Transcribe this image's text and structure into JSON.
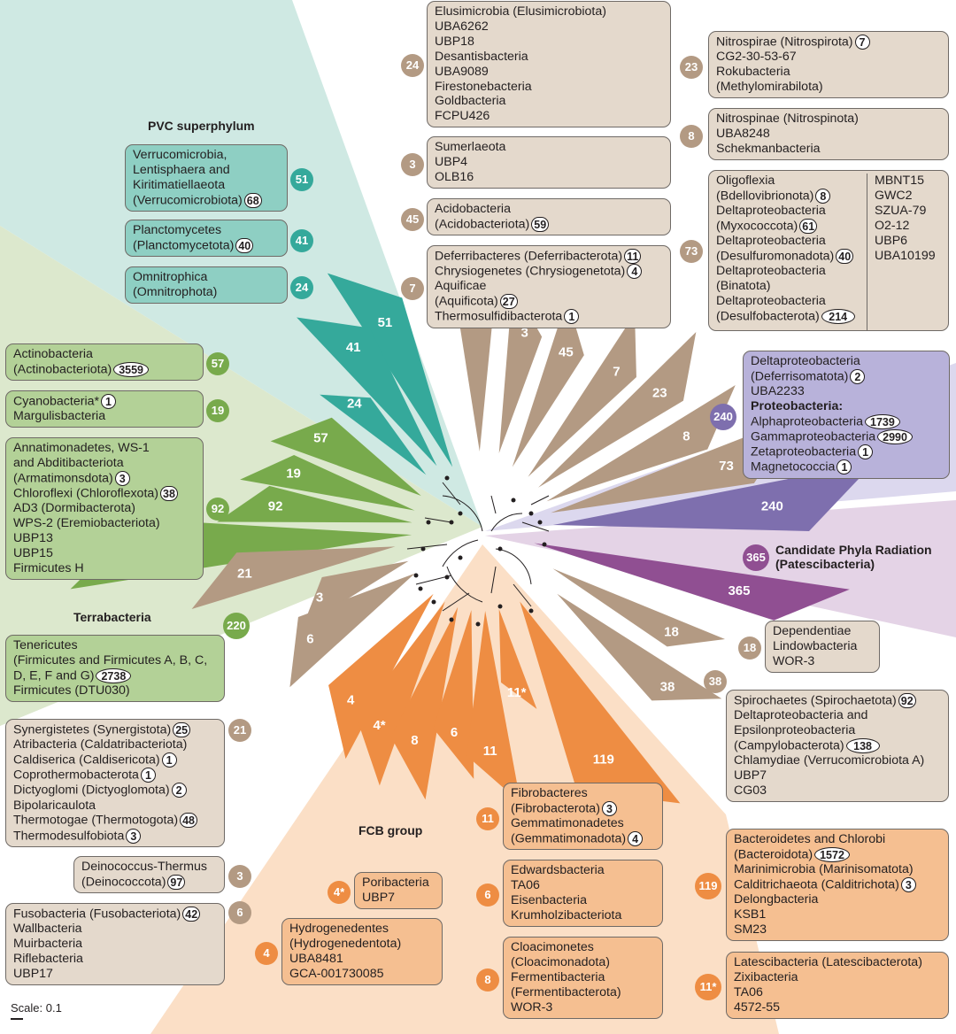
{
  "figure": {
    "colors": {
      "pvc_bg": "#cfe9e3",
      "pvc_wedge": "#35a99b",
      "terra_bg": "#dce8cd",
      "terra_wedge": "#78aa4c",
      "fcb_bg": "#fbdfc6",
      "fcb_wedge": "#ee8d43",
      "proteo_bg": "#dcd8ee",
      "proteo_wedge": "#7e6fae",
      "cpr_bg": "#e4d3e6",
      "cpr_wedge": "#904f92",
      "other_wedge": "#b39a83"
    },
    "group_labels": {
      "pvc": "PVC superphylum",
      "terrabacteria": "Terrabacteria",
      "fcb": "FCB group",
      "cpr_line1": "Candidate Phyla Radiation",
      "cpr_line2": "(Patescibacteria)"
    },
    "scale": "Scale: 0.1",
    "wedges": [
      {
        "label": "51",
        "group": "pvc"
      },
      {
        "label": "41",
        "group": "pvc"
      },
      {
        "label": "24",
        "group": "pvc"
      },
      {
        "label": "57",
        "group": "terra"
      },
      {
        "label": "19",
        "group": "terra"
      },
      {
        "label": "92",
        "group": "terra"
      },
      {
        "label": "220",
        "group": "terra"
      },
      {
        "label": "21",
        "group": "other"
      },
      {
        "label": "3",
        "group": "other"
      },
      {
        "label": "6",
        "group": "other"
      },
      {
        "label": "4",
        "group": "fcb"
      },
      {
        "label": "4*",
        "group": "fcb"
      },
      {
        "label": "8",
        "group": "fcb"
      },
      {
        "label": "6",
        "group": "fcb"
      },
      {
        "label": "11",
        "group": "fcb"
      },
      {
        "label": "11*",
        "group": "fcb"
      },
      {
        "label": "119",
        "group": "fcb"
      },
      {
        "label": "38",
        "group": "other"
      },
      {
        "label": "18",
        "group": "other"
      },
      {
        "label": "365",
        "group": "cpr"
      },
      {
        "label": "240",
        "group": "proteo"
      },
      {
        "label": "73",
        "group": "other"
      },
      {
        "label": "8",
        "group": "other"
      },
      {
        "label": "23",
        "group": "other"
      },
      {
        "label": "7",
        "group": "other"
      },
      {
        "label": "45",
        "group": "other"
      },
      {
        "label": "3",
        "group": "other"
      },
      {
        "label": "24",
        "group": "other"
      }
    ],
    "boxes": {
      "verruco": {
        "badge": "51",
        "lines": [
          {
            "t": "Verrucomicrobia,"
          },
          {
            "t": "Lentisphaera and"
          },
          {
            "t": "Kiritimatiellaeota"
          },
          {
            "t": "(Verrucomicrobiota)",
            "n": "68"
          }
        ]
      },
      "plancto": {
        "badge": "41",
        "lines": [
          {
            "t": "Planctomycetes"
          },
          {
            "t": "(Planctomycetota)",
            "n": "40"
          }
        ]
      },
      "omni": {
        "badge": "24",
        "lines": [
          {
            "t": "Omnitrophica"
          },
          {
            "t": "(Omnitrophota)"
          }
        ]
      },
      "actino": {
        "badge": "57",
        "lines": [
          {
            "t": "Actinobacteria"
          },
          {
            "t": "(Actinobacteriota)",
            "n": "3559"
          }
        ]
      },
      "cyano": {
        "badge": "19",
        "lines": [
          {
            "t": "Cyanobacteria*",
            "n": "1"
          },
          {
            "t": "Margulisbacteria"
          }
        ]
      },
      "chloro": {
        "badge": "92",
        "lines": [
          {
            "t": "Annatimonadetes, WS-1"
          },
          {
            "t": "and Abditibacteriota"
          },
          {
            "t": "(Armatimonsdota)",
            "n": "3"
          },
          {
            "t": "Chloroflexi (Chloroflexota)",
            "n": "38"
          },
          {
            "t": "AD3 (Dormibacterota)"
          },
          {
            "t": "WPS-2 (Eremiobacteriota)"
          },
          {
            "t": "UBP13"
          },
          {
            "t": "UBP15"
          },
          {
            "t": "Firmicutes H"
          }
        ]
      },
      "teneri": {
        "badge": "220",
        "lines": [
          {
            "t": "Tenericutes"
          },
          {
            "t": "(Firmicutes and Firmicutes A, B, C,"
          },
          {
            "t": "D, E, F and G)",
            "n": "2738"
          },
          {
            "t": "Firmicutes (DTU030)"
          }
        ]
      },
      "synerg": {
        "badge": "21",
        "lines": [
          {
            "t": "Synergistetes (Synergistota)",
            "n": "25"
          },
          {
            "t": "Atribacteria (Caldatribacteriota)"
          },
          {
            "t": "Caldiserica (Caldisericota)",
            "n": "1"
          },
          {
            "t": "Coprothermobacterota",
            "n": "1"
          },
          {
            "t": "Dictyoglomi (Dictyoglomota)",
            "n": "2"
          },
          {
            "t": "Bipolaricaulota"
          },
          {
            "t": "Thermotogae (Thermotogota)",
            "n": "48"
          },
          {
            "t": "Thermodesulfobiota",
            "n": "3"
          }
        ]
      },
      "deino": {
        "badge": "3",
        "lines": [
          {
            "t": "Deinococcus-Thermus"
          },
          {
            "t": "(Deinococcota)",
            "n": "97"
          }
        ]
      },
      "fuso": {
        "badge": "6",
        "lines": [
          {
            "t": "Fusobacteria (Fusobacteriota)",
            "n": "42"
          },
          {
            "t": "Wallbacteria"
          },
          {
            "t": "Muirbacteria"
          },
          {
            "t": "Riflebacteria"
          },
          {
            "t": "UBP17"
          }
        ]
      },
      "elusi": {
        "badge": "24",
        "lines": [
          {
            "t": "Elusimicrobia (Elusimicrobiota)"
          },
          {
            "t": "UBA6262"
          },
          {
            "t": "UBP18"
          },
          {
            "t": "Desantisbacteria"
          },
          {
            "t": "UBA9089"
          },
          {
            "t": "Firestonebacteria"
          },
          {
            "t": "Goldbacteria"
          },
          {
            "t": "FCPU426"
          }
        ]
      },
      "sumer": {
        "badge": "3",
        "lines": [
          {
            "t": "Sumerlaeota"
          },
          {
            "t": "UBP4"
          },
          {
            "t": "OLB16"
          }
        ]
      },
      "acido": {
        "badge": "45",
        "lines": [
          {
            "t": "Acidobacteria"
          },
          {
            "t": "(Acidobacteriota)",
            "n": "59"
          }
        ]
      },
      "deferri": {
        "badge": "7",
        "lines": [
          {
            "t": "Deferribacteres (Deferribacterota)",
            "n": "11"
          },
          {
            "t": "Chrysiogenetes (Chrysiogenetota)",
            "n": "4"
          },
          {
            "t": "Aquificae"
          },
          {
            "t": "(Aquificota)",
            "n": "27"
          },
          {
            "t": "Thermosulfidibacterota",
            "n": "1"
          }
        ]
      },
      "nitrospirae": {
        "badge": "23",
        "lines": [
          {
            "t": "Nitrospirae (Nitrospirota)",
            "n": "7"
          },
          {
            "t": "CG2-30-53-67"
          },
          {
            "t": "Rokubacteria"
          },
          {
            "t": "(Methylomirabilota)"
          }
        ]
      },
      "nitrospinae": {
        "badge": "8",
        "lines": [
          {
            "t": "Nitrospinae (Nitrospinota)"
          },
          {
            "t": "UBA8248"
          },
          {
            "t": "Schekmanbacteria"
          }
        ]
      },
      "oligo": {
        "badge": "73",
        "lines": [
          {
            "t": "Oligoflexia"
          },
          {
            "t": "(Bdellovibrionota)",
            "n": "8"
          },
          {
            "t": "Deltaproteobacteria"
          },
          {
            "t": "(Myxococcota)",
            "n": "61"
          },
          {
            "t": "Deltaproteobacteria"
          },
          {
            "t": "(Desulfuromonadota)",
            "n": "40"
          },
          {
            "t": "Deltaproteobacteria"
          },
          {
            "t": "(Binatota)"
          },
          {
            "t": "Deltaproteobacteria"
          },
          {
            "t": "(Desulfobacterota)",
            "n": "214"
          }
        ],
        "col2": [
          "MBNT15",
          "GWC2",
          "SZUA-79",
          "O2-12",
          "UBP6",
          "UBA10199"
        ]
      },
      "proteo": {
        "badge": "240",
        "lines": [
          {
            "t": "Deltaproteobacteria"
          },
          {
            "t": "(Deferrisomatota)",
            "n": "2"
          },
          {
            "t": "UBA2233"
          },
          {
            "t": "Proteobacteria:",
            "bold": true
          },
          {
            "t": "Alphaproteobacteria",
            "n": "1739"
          },
          {
            "t": "Gammaproteobacteria",
            "n": "2990"
          },
          {
            "t": "Zetaproteobacteria",
            "n": "1"
          },
          {
            "t": "Magnetococcia",
            "n": "1"
          }
        ]
      },
      "cpr": {
        "badge": "365"
      },
      "depend": {
        "badge": "18",
        "lines": [
          {
            "t": "Dependentiae"
          },
          {
            "t": "Lindowbacteria"
          },
          {
            "t": "WOR-3"
          }
        ]
      },
      "spiro": {
        "badge": "38",
        "lines": [
          {
            "t": "Spirochaetes (Spirochaetota)",
            "n": "92"
          },
          {
            "t": "Deltaproteobacteria and"
          },
          {
            "t": "Epsilonproteobacteria"
          },
          {
            "t": "(Campylobacterota)",
            "n": "138"
          },
          {
            "t": "Chlamydiae (Verrucomicrobiota A)"
          },
          {
            "t": "UBP7"
          },
          {
            "t": "CG03"
          }
        ]
      },
      "bactero": {
        "badge": "119",
        "lines": [
          {
            "t": "Bacteroidetes and Chlorobi"
          },
          {
            "t": "(Bacteroidota)",
            "n": "1572"
          },
          {
            "t": "Marinimicrobia (Marinisomatota)"
          },
          {
            "t": "Calditrichaeota (Calditrichota)",
            "n": "3"
          },
          {
            "t": "Delongbacteria"
          },
          {
            "t": "KSB1"
          },
          {
            "t": "SM23"
          }
        ]
      },
      "latesci": {
        "badge": "11*",
        "lines": [
          {
            "t": "Latescibacteria (Latescibacterota)"
          },
          {
            "t": "Zixibacteria"
          },
          {
            "t": "TA06"
          },
          {
            "t": "4572-55"
          }
        ]
      },
      "fibro": {
        "badge": "11",
        "lines": [
          {
            "t": "Fibrobacteres"
          },
          {
            "t": "(Fibrobacterota)",
            "n": "3"
          },
          {
            "t": "Gemmatimonadetes"
          },
          {
            "t": "(Gemmatimonadota)",
            "n": "4"
          }
        ]
      },
      "edwards": {
        "badge": "6",
        "lines": [
          {
            "t": "Edwardsbacteria"
          },
          {
            "t": "TA06"
          },
          {
            "t": "Eisenbacteria"
          },
          {
            "t": "Krumholzibacteriota"
          }
        ]
      },
      "cloaci": {
        "badge": "8",
        "lines": [
          {
            "t": "Cloacimonetes"
          },
          {
            "t": "(Cloacimonadota)"
          },
          {
            "t": "Fermentibacteria"
          },
          {
            "t": "(Fermentibacterota)"
          },
          {
            "t": "WOR-3"
          }
        ]
      },
      "pori": {
        "badge": "4*",
        "lines": [
          {
            "t": "Poribacteria"
          },
          {
            "t": "UBP7"
          }
        ]
      },
      "hydro": {
        "badge": "4",
        "lines": [
          {
            "t": "Hydrogenedentes"
          },
          {
            "t": "(Hydrogenedentota)"
          },
          {
            "t": "UBA8481"
          },
          {
            "t": "GCA-001730085"
          }
        ]
      }
    }
  }
}
